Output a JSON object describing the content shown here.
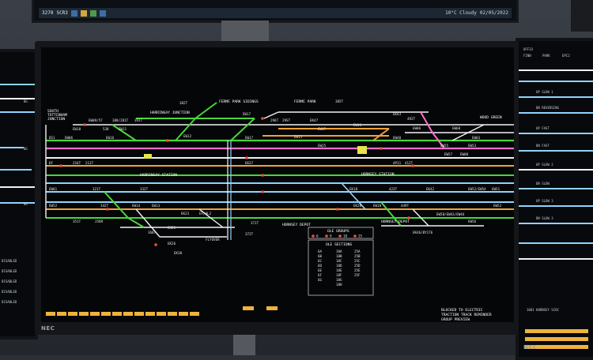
{
  "top_monitor": {
    "taskbar_left": "3270",
    "taskbar_left2": "SCR3",
    "weather": "10°C Cloudy",
    "date": "02/05/2022"
  },
  "left_monitor": {
    "items": [
      "DISABLED",
      "DISABLED",
      "DISABLED",
      "DISABLED",
      "DISABLED"
    ],
    "labels": [
      "BG",
      "BG",
      "BG"
    ]
  },
  "right_monitor": {
    "header": [
      "OFF33",
      "FINN",
      "PARK",
      "EPC2"
    ],
    "rows": [
      "UP SLOW 1",
      "DN REVERSING",
      "UP FAST",
      "DN FAST",
      "UP SLOW 2",
      "DN SLOW",
      "UP SLOW 3",
      "DN SLOW 3"
    ],
    "bottom": "1001 HORNSEY SCOC"
  },
  "monitor_brand": "NEC",
  "diagram": {
    "left_labels": [
      "SOUTH",
      "TOTTENHAM",
      "JUNCTION"
    ],
    "stations": {
      "harringay_junction": "HARRINGAY JUNCTION",
      "harringay_station": "HARRINGAY STATION",
      "ferme_park_sidings": "FERME PARK SIDINGS",
      "ferme_park": "FERME PARK",
      "hornsey_station": "HORNSEY STATION",
      "hornsey_depot_1": "HORNSEY DEPOT",
      "hornsey_depot_2": "HORNSEY DEPOT",
      "wood_green": "WOOD GREEN"
    },
    "berths": {
      "r1": [
        "EW09/57",
        "388/281T",
        "391T",
        "382T",
        "EW17",
        "296T",
        "29ST",
        "EK47",
        "385T",
        "EK43",
        "492T"
      ],
      "r2": [
        "EW10",
        "538",
        "EW11",
        "EW12",
        "EW15",
        "EW17",
        "EW11",
        "EW06",
        "EW60",
        "EW03"
      ],
      "r3": [
        "DS1",
        "EW06",
        "EW16",
        "EW17",
        "EW25",
        "EW40",
        "EW55",
        "EW53"
      ],
      "r4": [
        "DF",
        "216T",
        "211T",
        "EK37",
        "4P11",
        "412T",
        "EW57",
        "EW08"
      ],
      "r5": [
        "EW81",
        "321T",
        "332T",
        "EK18",
        "423T",
        "EK42",
        "EW52/EW54",
        "EW51"
      ],
      "r6": [
        "EW52",
        "342T",
        "EW14",
        "EW13",
        "EK28",
        "EW18",
        "449T",
        "EW58/EW43/EW44",
        "EW52"
      ],
      "r7": [
        "351T",
        "258R",
        "EK23",
        "EF/HL2",
        "371T",
        "EK46/BY176",
        "EW56"
      ],
      "r8": [
        "368T",
        "EK25",
        "EK26",
        "EK30",
        "372T",
        "FLYOVER"
      ]
    },
    "ole_groups_title": "OLE GROUPS",
    "ole_groups": [
      "6",
      "9",
      "18",
      "25"
    ],
    "ole_sections_title": "OLE SECTIONS",
    "ole_col1": [
      "6A",
      "6B",
      "6C",
      "6D",
      "6E",
      "6F",
      "6G"
    ],
    "ole_col2": [
      "18A",
      "18B",
      "18C",
      "18D",
      "18E",
      "18F",
      "18G",
      "18H"
    ],
    "ole_col3": [
      "25A",
      "25B",
      "25C",
      "25D",
      "25E",
      "25F"
    ],
    "notice": [
      "BLOCKED TO ELECTRIC",
      "TRACTION TRACK REMINDER",
      "GROUP PREVIEW"
    ]
  },
  "colors": {
    "green": "#49d63b",
    "pink": "#ff70c8",
    "blue": "#8fd4ff",
    "orange": "#f0a23a",
    "white": "#f2f2f2",
    "yellow": "#e9e34c",
    "red": "#ff4b3a"
  }
}
